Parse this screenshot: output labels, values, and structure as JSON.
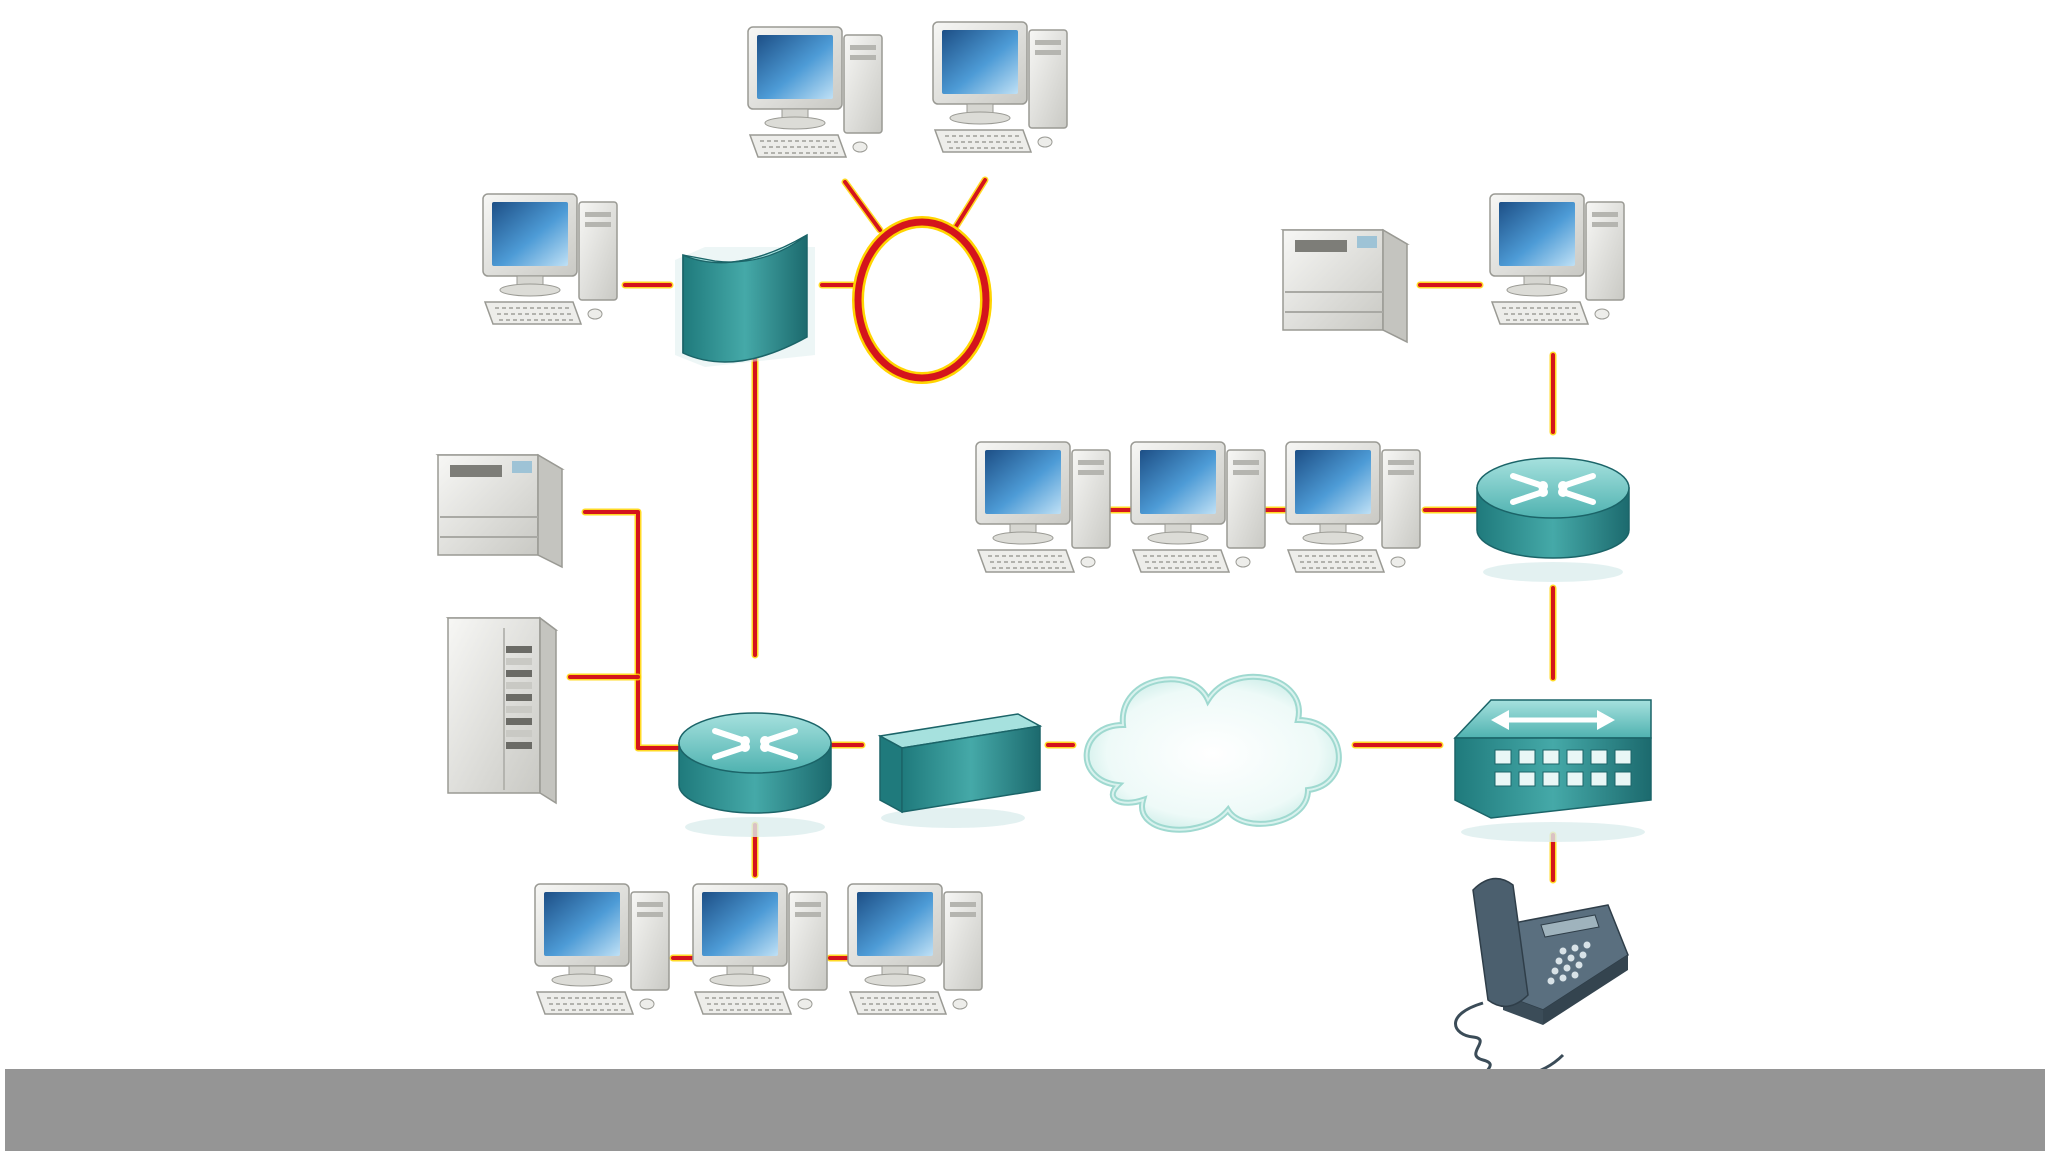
{
  "colors": {
    "background": "#ffffff",
    "link": "#d4141c",
    "link_highlight": "#ffd400",
    "device_teal": "#3fa6a6",
    "device_teal_dark": "#1f6f73",
    "device_teal_light": "#8fd3d1",
    "monitor_screen": "#2f74b0",
    "beige": "#e9e9e6",
    "phone": "#4b5f6e",
    "footer_bar": "#959595"
  },
  "nodes": [
    {
      "id": "pc-top-1",
      "kind": "computer"
    },
    {
      "id": "pc-top-2",
      "kind": "computer"
    },
    {
      "id": "pc-left-upper",
      "kind": "computer"
    },
    {
      "id": "bridge",
      "kind": "bridge"
    },
    {
      "id": "token-ring",
      "kind": "ring"
    },
    {
      "id": "printer-left",
      "kind": "printer"
    },
    {
      "id": "server",
      "kind": "server"
    },
    {
      "id": "router-left",
      "kind": "router"
    },
    {
      "id": "modem",
      "kind": "modem"
    },
    {
      "id": "cloud",
      "kind": "cloud"
    },
    {
      "id": "pc-bottom-1",
      "kind": "computer"
    },
    {
      "id": "pc-bottom-2",
      "kind": "computer"
    },
    {
      "id": "pc-bottom-3",
      "kind": "computer"
    },
    {
      "id": "printer-right",
      "kind": "printer"
    },
    {
      "id": "pc-right-upper",
      "kind": "computer"
    },
    {
      "id": "pc-mid-1",
      "kind": "computer"
    },
    {
      "id": "pc-mid-2",
      "kind": "computer"
    },
    {
      "id": "pc-mid-3",
      "kind": "computer"
    },
    {
      "id": "router-right",
      "kind": "router"
    },
    {
      "id": "switch",
      "kind": "switch"
    },
    {
      "id": "ip-phone",
      "kind": "phone"
    }
  ],
  "links": [
    {
      "from": "pc-top-1",
      "to": "token-ring"
    },
    {
      "from": "pc-top-2",
      "to": "token-ring"
    },
    {
      "from": "pc-left-upper",
      "to": "bridge"
    },
    {
      "from": "bridge",
      "to": "token-ring"
    },
    {
      "from": "bridge",
      "to": "router-left"
    },
    {
      "from": "printer-left",
      "to": "router-left"
    },
    {
      "from": "server",
      "to": "router-left"
    },
    {
      "from": "router-left",
      "to": "modem"
    },
    {
      "from": "modem",
      "to": "cloud"
    },
    {
      "from": "cloud",
      "to": "switch"
    },
    {
      "from": "router-left",
      "to": "pc-bottom-2"
    },
    {
      "from": "pc-bottom-1",
      "to": "pc-bottom-2"
    },
    {
      "from": "pc-bottom-2",
      "to": "pc-bottom-3"
    },
    {
      "from": "printer-right",
      "to": "pc-right-upper"
    },
    {
      "from": "pc-right-upper",
      "to": "router-right"
    },
    {
      "from": "pc-mid-1",
      "to": "pc-mid-2"
    },
    {
      "from": "pc-mid-2",
      "to": "pc-mid-3"
    },
    {
      "from": "pc-mid-3",
      "to": "router-right"
    },
    {
      "from": "router-right",
      "to": "switch"
    },
    {
      "from": "switch",
      "to": "ip-phone"
    }
  ]
}
